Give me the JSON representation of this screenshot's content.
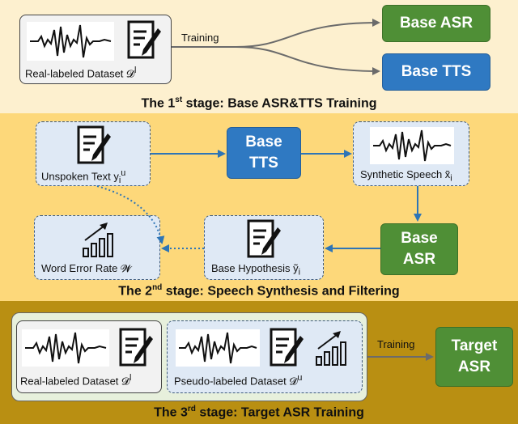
{
  "stage1": {
    "title_pre": "The 1",
    "title_sup": "st",
    "title_post": " stage: Base ASR&TTS Training",
    "dataset_label": "Real-labeled Dataset 𝓓",
    "dataset_sup": "l",
    "edge_label": "Training",
    "asr": "Base ASR",
    "tts": "Base TTS"
  },
  "stage2": {
    "title_pre": "The 2",
    "title_sup": "nd",
    "title_post": " stage: Speech Synthesis and Filtering",
    "unspoken_label": "Unspoken Text y",
    "unspoken_sub": "i",
    "unspoken_sup": "u",
    "tts": "Base\nTTS",
    "synthetic_label": "Synthetic Speech x̃",
    "synthetic_sub": "i",
    "asr": "Base\nASR",
    "hypothesis_label": "Base Hypothesis ỹ",
    "hypothesis_sub": "i",
    "wer_label": "Word Error Rate 𝓦"
  },
  "stage3": {
    "title_pre": "The 3",
    "title_sup": "rd",
    "title_post": " stage: Target ASR Training",
    "real_label": "Real-labeled Dataset 𝓓",
    "real_sup": "l",
    "pseudo_label": "Pseudo-labeled Dataset 𝓓",
    "pseudo_sup": "u",
    "edge_label": "Training",
    "target": "Target\nASR"
  },
  "colors": {
    "band1": "#fdf0cf",
    "band2": "#fdd87a",
    "band3": "#b98f12",
    "model_green": "#4f8f36",
    "model_blue": "#2f79c2",
    "arrow_blue": "#2e75b6"
  }
}
